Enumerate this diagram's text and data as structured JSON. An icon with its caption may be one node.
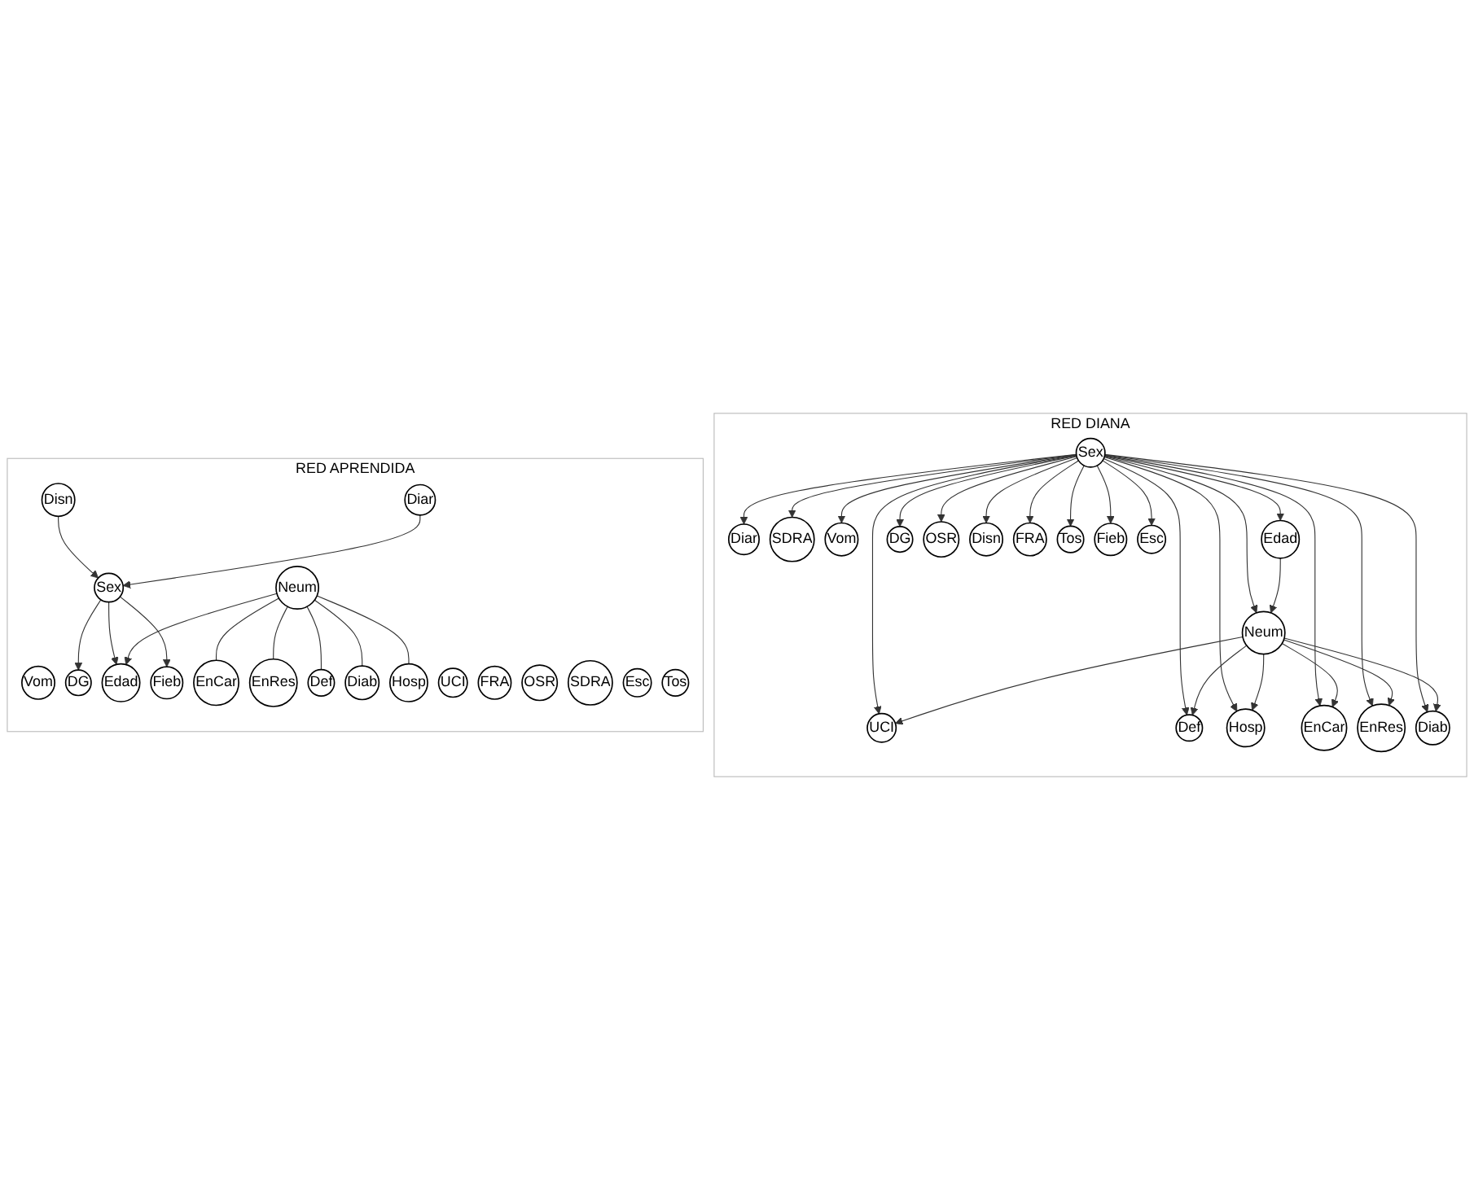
{
  "diagram": {
    "nodes": [
      {
        "text": [
          "RED DIANA"
        ]
      },
      {
        "text": [
          "Diar"
        ],
        "in": 0
      },
      {
        "text": [
          "SDRA"
        ],
        "in": 0
      },
      {
        "text": [
          "Vom"
        ],
        "in": 0
      },
      {
        "text": [
          "Edad"
        ],
        "in": 0
      },
      {
        "text": [
          "UCI"
        ],
        "in": 0
      },
      {
        "text": [
          "DG"
        ],
        "in": 0
      },
      {
        "text": [
          "OSR"
        ],
        "in": 0
      },
      {
        "text": [
          "Def"
        ],
        "in": 0
      },
      {
        "text": [
          "Sex"
        ],
        "in": 0
      },
      {
        "text": [
          "Disn"
        ],
        "in": 0
      },
      {
        "text": [
          "Neum"
        ],
        "in": 0
      },
      {
        "text": [
          "Hosp"
        ],
        "in": 0
      },
      {
        "text": [
          "FRA"
        ],
        "in": 0
      },
      {
        "text": [
          "EnCar"
        ],
        "in": 0
      },
      {
        "text": [
          "EnRes"
        ],
        "in": 0
      },
      {
        "text": [
          "Diab"
        ],
        "in": 0
      },
      {
        "text": [
          "Tos"
        ],
        "in": 0
      },
      {
        "text": [
          "Fieb"
        ],
        "in": 0
      },
      {
        "text": [
          "Esc"
        ],
        "in": 0
      },
      {
        "text": [
          "RED APRENDIDA"
        ]
      },
      {
        "text": [
          "Vom"
        ],
        "in": 20
      },
      {
        "text": [
          "UCI"
        ],
        "in": 20
      },
      {
        "text": [
          "Disn"
        ],
        "in": 20
      },
      {
        "text": [
          "DG"
        ],
        "in": 20
      },
      {
        "text": [
          "FRA"
        ],
        "in": 20
      },
      {
        "text": [
          "Diar"
        ],
        "in": 20
      },
      {
        "text": [
          "Sex"
        ],
        "in": 20
      },
      {
        "text": [
          "EnCar"
        ],
        "in": 20
      },
      {
        "text": [
          "OSR"
        ],
        "in": 20
      },
      {
        "text": [
          "Edad"
        ],
        "in": 20
      },
      {
        "text": [
          "Fieb"
        ],
        "in": 20
      },
      {
        "text": [
          "EnRes"
        ],
        "in": 20
      },
      {
        "text": [
          "Neum"
        ],
        "in": 20
      },
      {
        "text": [
          "Def"
        ],
        "in": 20
      },
      {
        "text": [
          "SDRA"
        ],
        "in": 20
      },
      {
        "text": [
          "Hosp"
        ],
        "in": 20
      },
      {
        "text": [
          "Diab"
        ],
        "in": 20
      },
      {
        "text": [
          "Esc"
        ],
        "in": 20
      },
      {
        "text": [
          "Tos"
        ],
        "in": 20
      }
    ],
    "edges": [
      {
        "from": 9,
        "to": 1,
        "arrow": "to"
      },
      {
        "from": 9,
        "to": 2,
        "arrow": "to"
      },
      {
        "from": 9,
        "to": 3,
        "arrow": "to"
      },
      {
        "from": 9,
        "to": 4,
        "arrow": "to"
      },
      {
        "from": 9,
        "to": 5,
        "arrow": "to"
      },
      {
        "from": 9,
        "to": 6,
        "arrow": "to"
      },
      {
        "from": 9,
        "to": 7,
        "arrow": "to"
      },
      {
        "from": 9,
        "to": 8,
        "arrow": "to"
      },
      {
        "from": 9,
        "to": 10,
        "arrow": "to"
      },
      {
        "from": 9,
        "to": 11,
        "arrow": "to"
      },
      {
        "from": 9,
        "to": 12,
        "arrow": "to"
      },
      {
        "from": 9,
        "to": 13,
        "arrow": "to"
      },
      {
        "from": 9,
        "to": 14,
        "arrow": "to"
      },
      {
        "from": 9,
        "to": 15,
        "arrow": "to"
      },
      {
        "from": 9,
        "to": 16,
        "arrow": "to"
      },
      {
        "from": 9,
        "to": 17,
        "arrow": "to"
      },
      {
        "from": 9,
        "to": 18,
        "arrow": "to"
      },
      {
        "from": 9,
        "to": 19,
        "arrow": "to"
      },
      {
        "from": 11,
        "to": 8,
        "arrow": "to"
      },
      {
        "from": 11,
        "to": 12,
        "arrow": "to"
      },
      {
        "from": 11,
        "to": 14,
        "arrow": "to"
      },
      {
        "from": 11,
        "to": 15,
        "arrow": "to"
      },
      {
        "from": 11,
        "to": 16,
        "arrow": "to"
      },
      {
        "from": 11,
        "to": 5,
        "arrow": "to"
      },
      {
        "from": 4,
        "to": 11,
        "arrow": "to"
      },
      {
        "from": 23,
        "to": 27,
        "arrow": "to"
      },
      {
        "from": 26,
        "to": 27,
        "arrow": "to"
      },
      {
        "from": 27,
        "to": 24,
        "arrow": "to"
      },
      {
        "from": 27,
        "to": 30,
        "arrow": "to"
      },
      {
        "from": 27,
        "to": 31,
        "arrow": "to"
      },
      {
        "from": 33,
        "to": 30,
        "arrow": "to"
      },
      {
        "from": 33,
        "to": 28,
        "arrow": "none"
      },
      {
        "from": 33,
        "to": 32,
        "arrow": "none"
      },
      {
        "from": 33,
        "to": 34,
        "arrow": "none"
      },
      {
        "from": 33,
        "to": 37,
        "arrow": "none"
      },
      {
        "from": 33,
        "to": 36,
        "arrow": "none"
      }
    ]
  }
}
